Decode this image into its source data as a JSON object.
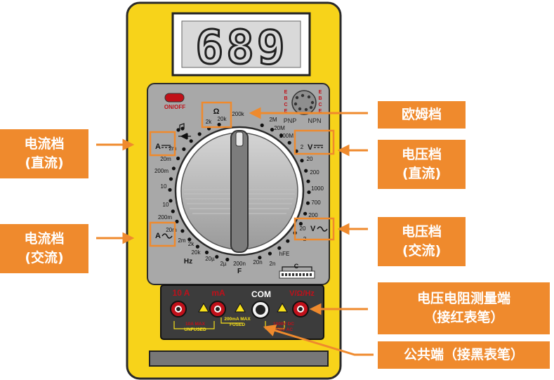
{
  "display": {
    "reading": "689"
  },
  "power": {
    "label": "ON/OFF"
  },
  "transistor": {
    "pins": [
      "E",
      "B",
      "C",
      "E"
    ],
    "pins_right": [
      "E",
      "B",
      "C",
      "E"
    ],
    "pnp": "PNP",
    "npn": "NPN"
  },
  "dial": {
    "omega": "Ω",
    "labels": [
      {
        "id": "ohm-2k",
        "text": "2k"
      },
      {
        "id": "ohm-20k",
        "text": "20k"
      },
      {
        "id": "ohm-200k",
        "text": "200k"
      },
      {
        "id": "ohm-2M",
        "text": "2M"
      },
      {
        "id": "ohm-20M",
        "text": "20M"
      },
      {
        "id": "ohm-200M",
        "text": "200M"
      },
      {
        "id": "dcv-2",
        "text": "2"
      },
      {
        "id": "dcv-20",
        "text": "20"
      },
      {
        "id": "dcv-200",
        "text": "200"
      },
      {
        "id": "dcv-1000",
        "text": "1000"
      },
      {
        "id": "acv-700",
        "text": "700"
      },
      {
        "id": "acv-200",
        "text": "200"
      },
      {
        "id": "acv-20",
        "text": "20"
      },
      {
        "id": "acv-2",
        "text": "2"
      },
      {
        "id": "hfe",
        "text": "hFE"
      },
      {
        "id": "cap-2n",
        "text": "2n"
      },
      {
        "id": "cap-20n",
        "text": "20n"
      },
      {
        "id": "cap-200n",
        "text": "200n"
      },
      {
        "id": "cap-2u",
        "text": "2µ"
      },
      {
        "id": "cap-20u",
        "text": "20µ"
      },
      {
        "id": "freq-20k",
        "text": "20k"
      },
      {
        "id": "freq-2k",
        "text": "2k"
      },
      {
        "id": "aca-2m",
        "text": "2m"
      },
      {
        "id": "aca-20m",
        "text": "20m"
      },
      {
        "id": "aca-200m",
        "text": "200m"
      },
      {
        "id": "dca-10",
        "text": "10"
      },
      {
        "id": "dca-200m",
        "text": "200m"
      },
      {
        "id": "dca-20m",
        "text": "20m"
      },
      {
        "id": "dca-2m",
        "text": "2m"
      }
    ],
    "hz": "Hz",
    "f": "F",
    "dca_symbol": "A",
    "aca_symbol": "A",
    "dcv_symbol": "V",
    "acv_symbol": "V"
  },
  "cap_socket": {
    "label": "C"
  },
  "jacks": {
    "labels": [
      "10 A",
      "mA",
      "COM",
      "V/Ω/Hz"
    ],
    "warn_10a": [
      "10A MAX",
      "UNFUSED"
    ],
    "warn_ma": [
      "200mA MAX",
      "FUSED"
    ],
    "warn_v": [
      "1000V DC",
      "750V AC"
    ]
  },
  "callouts": {
    "ohm": [
      "欧姆档"
    ],
    "dcv": [
      "电压档",
      "(直流)"
    ],
    "acv": [
      "电压档",
      "(交流)"
    ],
    "dca": [
      "电流档",
      "(直流)"
    ],
    "aca": [
      "电流档",
      "(交流)"
    ],
    "vohm_port": [
      "电压电阻测量端",
      "（接红表笔）"
    ],
    "com_port": [
      "公共端（接黑表笔）"
    ]
  },
  "colors": {
    "body": "#f7d31a",
    "panel": "#a7a7a7",
    "callout": "#ef8a2d",
    "jack_red": "#c0101a",
    "label_red": "#c0101a",
    "warn_yellow": "#f7e01a"
  }
}
